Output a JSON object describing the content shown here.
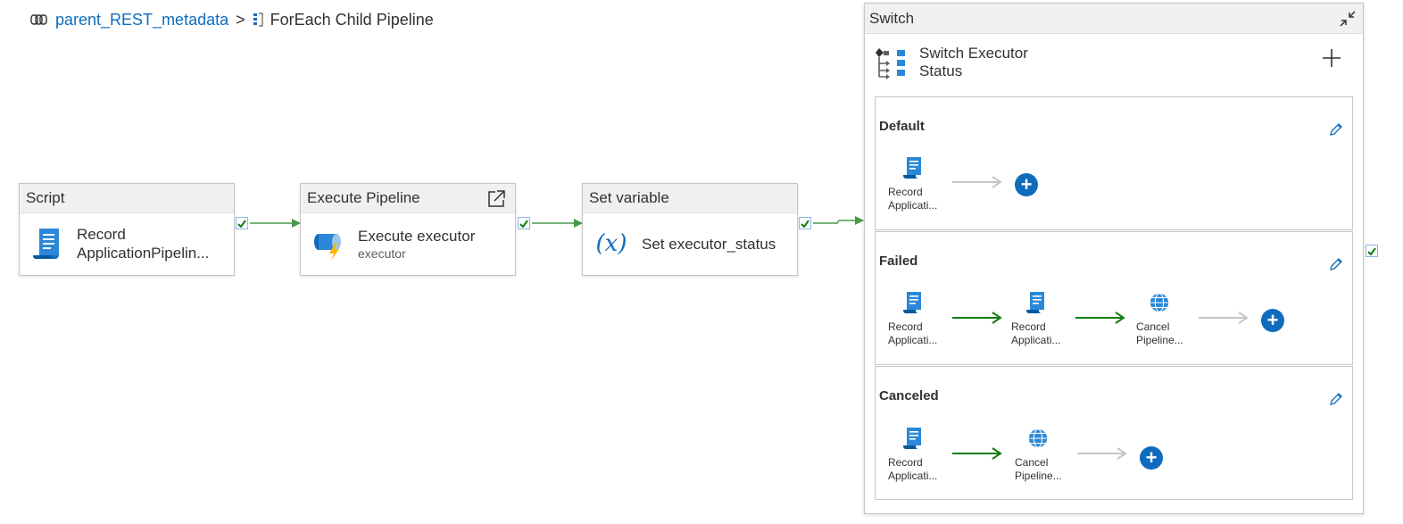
{
  "breadcrumb": {
    "parent": "parent_REST_metadata",
    "separator": ">",
    "current": "ForEach Child Pipeline",
    "parent_icon": "pipeline-icon",
    "current_icon": "foreach-icon"
  },
  "activities": [
    {
      "type": "Script",
      "name_line1": "Record",
      "name_line2": "ApplicationPipelin...",
      "icon": "script-icon"
    },
    {
      "type": "Execute Pipeline",
      "name": "Execute executor",
      "subtitle": "executor",
      "icon": "execute-pipeline-icon",
      "action_icon": "open-external-icon"
    },
    {
      "type": "Set variable",
      "symbol": "(x)",
      "name": "Set executor_status",
      "icon": "variable-icon"
    }
  ],
  "switch": {
    "title": "Switch",
    "name_line1": "Switch Executor",
    "name_line2": "Status",
    "cases": [
      {
        "title": "Default",
        "activities": [
          {
            "line1": "Record",
            "line2": "Applicati...",
            "icon": "script-icon"
          }
        ]
      },
      {
        "title": "Failed",
        "activities": [
          {
            "line1": "Record",
            "line2": "Applicati...",
            "icon": "script-icon"
          },
          {
            "line1": "Record",
            "line2": "Applicati...",
            "icon": "script-icon"
          },
          {
            "line1": "Cancel",
            "line2": "Pipeline...",
            "icon": "globe-icon"
          }
        ]
      },
      {
        "title": "Canceled",
        "activities": [
          {
            "line1": "Record",
            "line2": "Applicati...",
            "icon": "script-icon"
          },
          {
            "line1": "Cancel",
            "line2": "Pipeline...",
            "icon": "globe-icon"
          }
        ]
      }
    ]
  },
  "colors": {
    "link": "#0f6cbd",
    "success": "#107c10",
    "success_arrow": "#4a9a4a",
    "add": "#0f6cbd",
    "header_bg": "#f0f0f0"
  }
}
